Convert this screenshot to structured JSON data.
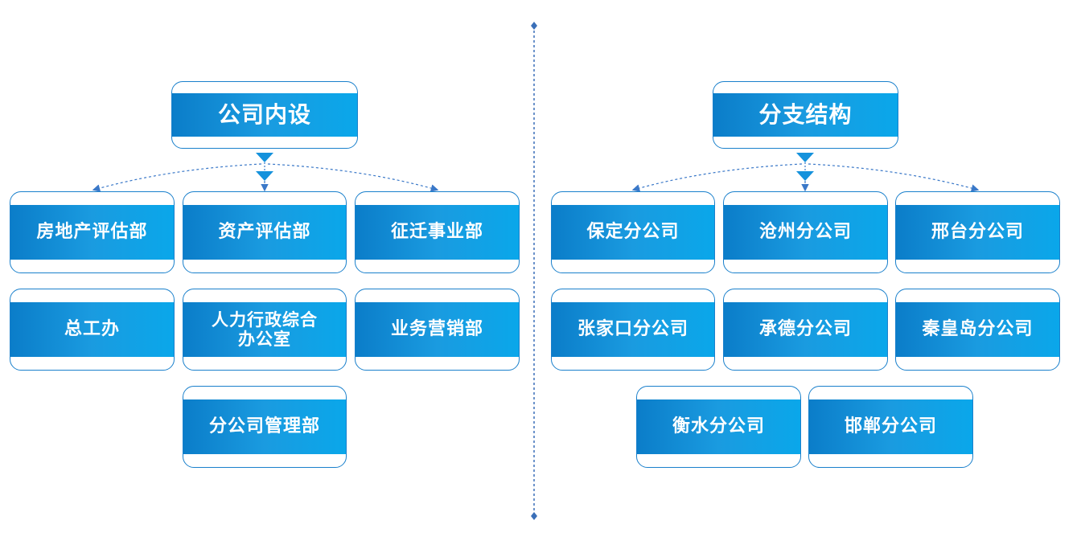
{
  "left": {
    "title": "公司内设",
    "departments": [
      "房地产评估部",
      "资产评估部",
      "征迁事业部",
      "总工办",
      "人力行政综合办公室",
      "业务营销部",
      "分公司管理部"
    ]
  },
  "right": {
    "title": "分支结构",
    "branches": [
      "保定分公司",
      "沧州分公司",
      "邢台分公司",
      "张家口分公司",
      "承德分公司",
      "秦皇岛分公司",
      "衡水分公司",
      "邯郸分公司"
    ]
  },
  "colors": {
    "box_fill": "#1a9be0",
    "box_border": "#1a80cc",
    "connector": "#3a78c8",
    "divider": "#3a6fb8",
    "arrow": "#1592dc",
    "text": "#ffffff"
  }
}
